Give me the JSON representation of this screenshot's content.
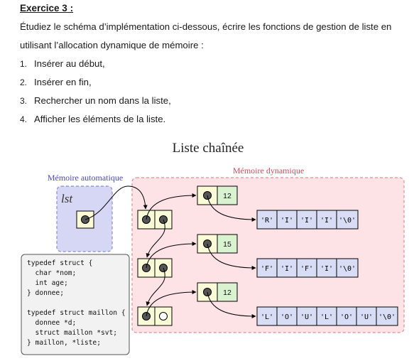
{
  "exercise": {
    "title": "Exercice 3",
    "title_suffix": " :",
    "intro_line1": "Étudiez le schéma d’implémentation ci-dessous, écrire les fonctions de gestion de liste en",
    "intro_line2": "utilisant l’allocation dynamique de mémoire :",
    "items": [
      {
        "num": "1.",
        "text": "Insérer au début,"
      },
      {
        "num": "2.",
        "text": "Insérer en fin,"
      },
      {
        "num": "3.",
        "text": "Rechercher un nom dans la liste,"
      },
      {
        "num": "4.",
        "text": "Afficher les éléments de la liste."
      }
    ]
  },
  "diagram": {
    "title": "Liste chaînée",
    "auto_label": "Mémoire automatique",
    "dyn_label": "Mémoire dynamique",
    "lst_label": "lst",
    "ages": [
      "12",
      "15",
      "12"
    ],
    "names": [
      [
        "'R'",
        "'I'",
        "'I'",
        "'I'",
        "'\\0'"
      ],
      [
        "'F'",
        "'I'",
        "'F'",
        "'I'",
        "'\\0'"
      ],
      [
        "'L'",
        "'O'",
        "'U'",
        "'L'",
        "'O'",
        "'U'",
        "'\\0'"
      ]
    ],
    "code": [
      "typedef struct {",
      "  char *nom;",
      "  int age;",
      "} donnee;",
      "",
      "typedef struct maillon {",
      "  donnee *d;",
      "  struct maillon *svt;",
      "} maillon, *liste;"
    ],
    "colors": {
      "auto_fill": "#d6d6f5",
      "auto_border": "#8a8ad0",
      "auto_label": "#4a4ab8",
      "dyn_fill": "#fde3e6",
      "dyn_border": "#e48a96",
      "dyn_label": "#d24b5c",
      "cell_yellow": "#fbfbd8",
      "cell_green": "#d9f2d0",
      "cell_blue": "#d8dcf5",
      "dot": "#555555"
    }
  }
}
